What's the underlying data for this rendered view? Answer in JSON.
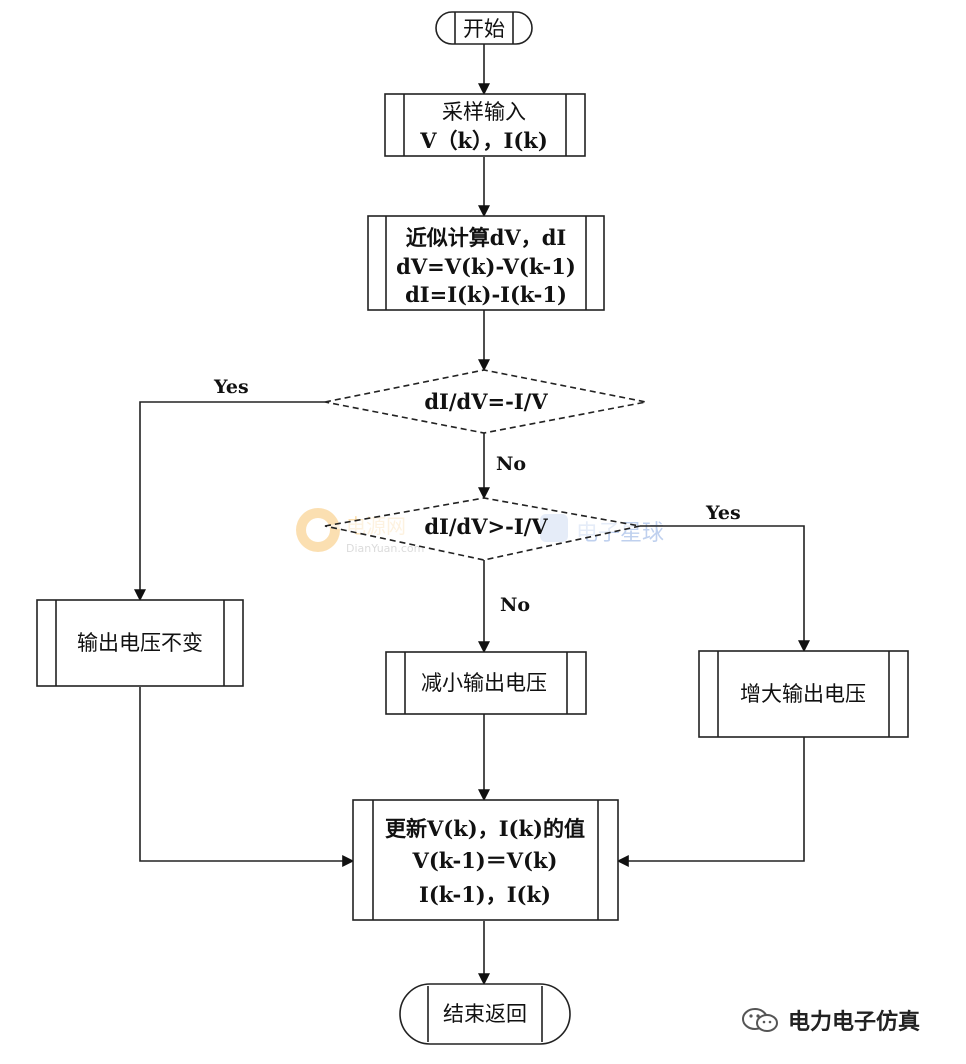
{
  "nodes": {
    "start": "开始",
    "sample": [
      "采样输入",
      "V（k），I(k)"
    ],
    "calc": [
      "近似计算dV，dI",
      "dV=V(k)-V(k-1)",
      "dI=I(k)-I(k-1)"
    ],
    "decision1": "dI/dV=-I/V",
    "decision2": "dI/dV>-I/V",
    "keep": "输出电压不变",
    "decrease": "减小输出电压",
    "increase": "增大输出电压",
    "update": [
      "更新V(k)，I(k)的值",
      "V(k-1)＝V(k)",
      "I(k-1)，I(k)"
    ],
    "end": "结束返回"
  },
  "edges": {
    "d1_yes": "Yes",
    "d1_no": "No",
    "d2_yes": "Yes",
    "d2_no": "No"
  },
  "watermark": {
    "brand_left": "电源网",
    "brand_left_sub": "DianYuan.com",
    "brand_right": "电子星球"
  },
  "signature": "电力电子仿真"
}
